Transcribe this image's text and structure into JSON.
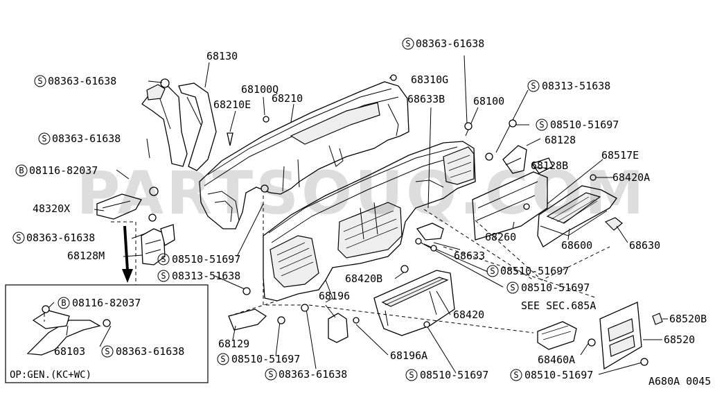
{
  "watermark": "PARTSOUQ.COM",
  "diagram_code": "A680A 0045",
  "inset_note": "OP:GEN.(KC+WC)",
  "icons": {
    "screw_symbol": "circled-S",
    "bolt_symbol": "circled-B"
  },
  "labels": {
    "p68130": "68130",
    "p08363_tl": "08363-61638",
    "p68100q": "68100Q",
    "p68210": "68210",
    "p68210e": "68210E",
    "p08363_ml": "08363-61638",
    "p08116_top": "08116-82037",
    "p48320x": "48320X",
    "p08363_ll": "08363-61638",
    "p68128m": "68128M",
    "p08363_top": "08363-61638",
    "p68310g": "68310G",
    "p68633b": "68633B",
    "p68100": "68100",
    "p08313_tr": "08313-51638",
    "p08510_r1": "08510-51697",
    "p68128": "68128",
    "p68517e": "68517E",
    "p68128b": "68128B",
    "p68420a": "68420A",
    "p68260": "68260",
    "p68600": "68600",
    "p68630": "68630",
    "p08510_ml": "08510-51697",
    "p08313_ml": "08313-51638",
    "p68633": "68633",
    "p08510_c1": "08510-51697",
    "p68420b": "68420B",
    "p08510_c2": "08510-51697",
    "p68196": "68196",
    "p68420": "68420",
    "see_sec": "SEE SEC.685A",
    "p68520b": "68520B",
    "p68520": "68520",
    "p68129": "68129",
    "p08510_b1": "08510-51697",
    "p08363_b": "08363-61638",
    "p68196a": "68196A",
    "p08510_b2": "08510-51697",
    "p08510_b3": "08510-51697",
    "p68460a": "68460A",
    "inset_08116": "08116-82037",
    "inset_68103": "68103",
    "inset_08363": "08363-61638"
  }
}
